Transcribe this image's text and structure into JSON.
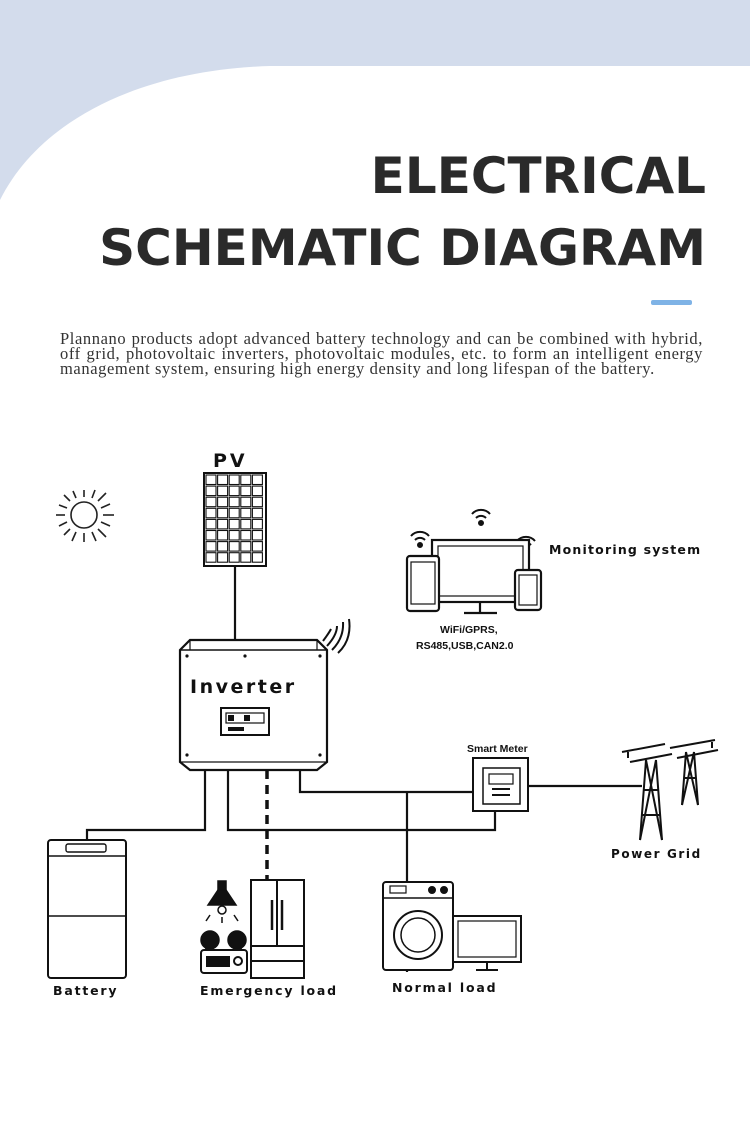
{
  "header": {
    "title_line1": "ELECTRICAL",
    "title_line2": "SCHEMATIC DIAGRAM",
    "accent_color": "#7fb3e6",
    "background_color": "#d3dcec"
  },
  "intro_text": "Plannano products adopt advanced battery technology and can be combined with hybrid, off grid, photovoltaic inverters, photovoltaic modules, etc. to form an intelligent energy management system, ensuring high energy density and long lifespan of the battery.",
  "diagram": {
    "pv_label": "PV",
    "inverter_label": "Inverter",
    "monitoring_label": "Monitoring system",
    "comm_line1": "WiFi/GPRS,",
    "comm_line2": "RS485,USB,CAN2.0",
    "smart_meter_label": "Smart Meter",
    "power_grid_label": "Power Grid",
    "battery_label": "Battery",
    "emergency_load_label": "Emergency load",
    "normal_load_label": "Normal load",
    "icons": [
      "sun-icon",
      "solar-panel-icon",
      "wifi-icon",
      "monitor-icon",
      "tablet-icon",
      "phone-icon",
      "signal-waves-icon",
      "inverter-icon",
      "smart-meter-icon",
      "power-tower-icon",
      "battery-icon",
      "lamp-icon",
      "speaker-icon",
      "radio-icon",
      "fridge-icon",
      "washing-machine-icon",
      "tv-icon"
    ]
  }
}
